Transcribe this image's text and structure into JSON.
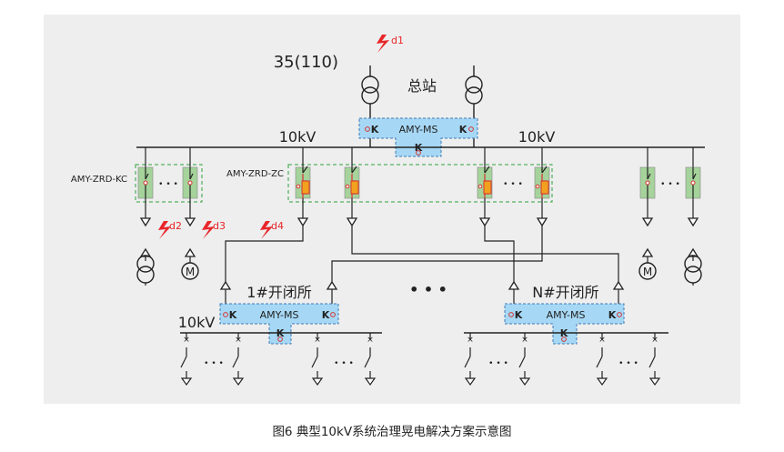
{
  "labels": {
    "source_voltage": "35(110)",
    "station": "总站",
    "bus_left": "10kV",
    "bus_right": "10kV",
    "fault_d1": "d1",
    "fault_d2": "d2",
    "fault_d3": "d3",
    "fault_d4": "d4",
    "kc": "AMY-ZRD-KC",
    "zc": "AMY-ZRD-ZC",
    "sub1": "1#开闭所",
    "subN": "N#开闭所",
    "sub_bus": "10kV",
    "ellipsis": "• • •",
    "motor": "M"
  },
  "ms_units": {
    "label": "AMY-MS",
    "k": "K"
  },
  "caption": "图6 典型10kV系统治理晃电解决方案示意图",
  "colors": {
    "background": "#eeeeee",
    "blue_unit": "#a6d8f5",
    "green_unit": "#a5d39b",
    "green_dash": "#2ea23c",
    "fault_red": "#e8262a",
    "breaker_red": "#d6322f",
    "orange": "#f2a11f",
    "line": "#222222"
  }
}
